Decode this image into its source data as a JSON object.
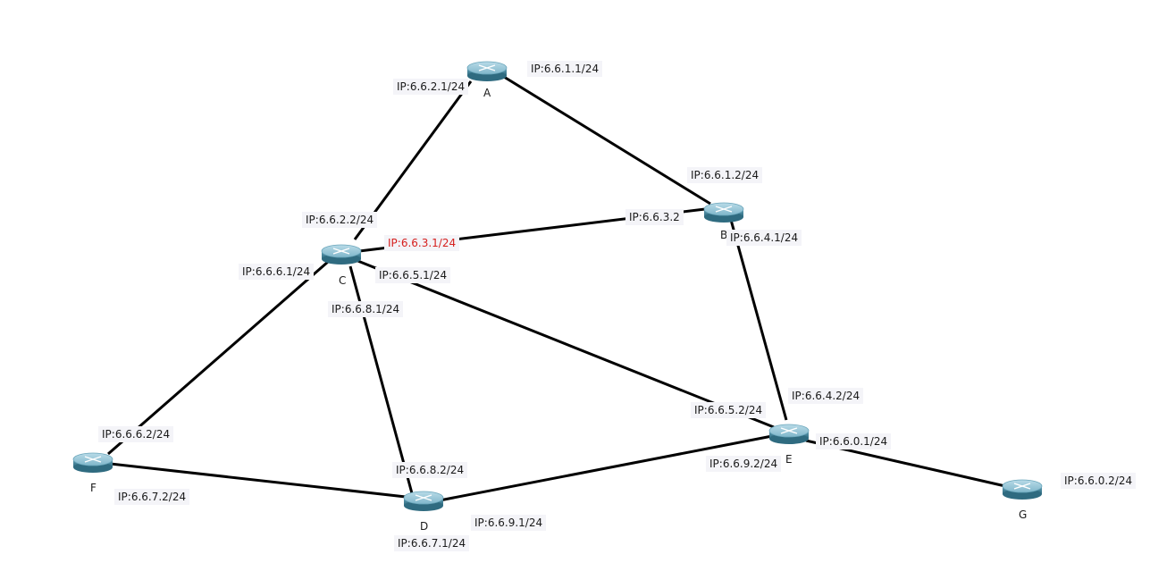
{
  "topology": {
    "link_color": "#000000",
    "router_color": "#5a9bb2",
    "routers": [
      {
        "id": "A",
        "name": "A"
      },
      {
        "id": "B",
        "name": "B"
      },
      {
        "id": "C",
        "name": "C"
      },
      {
        "id": "D",
        "name": "D"
      },
      {
        "id": "E",
        "name": "E"
      },
      {
        "id": "F",
        "name": "F"
      },
      {
        "id": "G",
        "name": "G"
      }
    ],
    "links": [
      {
        "from": "A",
        "to": "B"
      },
      {
        "from": "A",
        "to": "C"
      },
      {
        "from": "C",
        "to": "B"
      },
      {
        "from": "C",
        "to": "E"
      },
      {
        "from": "C",
        "to": "D"
      },
      {
        "from": "C",
        "to": "F"
      },
      {
        "from": "B",
        "to": "E"
      },
      {
        "from": "F",
        "to": "D"
      },
      {
        "from": "D",
        "to": "E"
      },
      {
        "from": "E",
        "to": "G"
      }
    ],
    "ip_labels": {
      "a_b": "IP:6.6.1.1/24",
      "a_c": "IP:6.6.2.1/24",
      "b_a": "IP:6.6.1.2/24",
      "b_c": "IP:6.6.3.2",
      "b_e": "IP:6.6.4.1/24",
      "c_a": "IP:6.6.2.2/24",
      "c_b": "IP:6.6.3.1/24",
      "c_f": "IP:6.6.6.1/24",
      "c_e": "IP:6.6.5.1/24",
      "c_d": "IP:6.6.8.1/24",
      "f_c": "IP:6.6.6.2/24",
      "f_d": "IP:6.6.7.2/24",
      "d_c": "IP:6.6.8.2/24",
      "d_f": "IP:6.6.7.1/24",
      "d_e": "IP:6.6.9.1/24",
      "e_b": "IP:6.6.4.2/24",
      "e_c": "IP:6.6.5.2/24",
      "e_g": "IP:6.6.0.1/24",
      "e_d": "IP:6.6.9.2/24",
      "g_e": "IP:6.6.0.2/24"
    },
    "highlight_color": "#d6201e"
  }
}
